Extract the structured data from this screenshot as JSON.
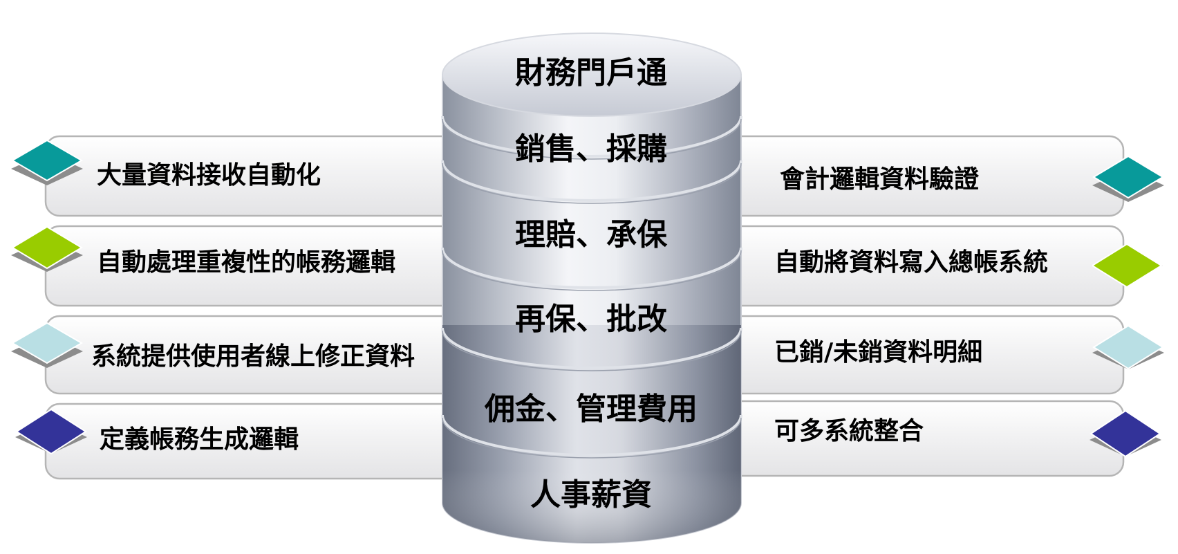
{
  "diagram": {
    "layers": [
      "財務門戶通",
      "銷售、採購",
      "理賠、承保",
      "再保、批改",
      "佣金、管理費用",
      "人事薪資"
    ],
    "left_features": [
      {
        "label": "大量資料接收自動化",
        "color": "#089a9a"
      },
      {
        "label": "自動處理重複性的帳務邏輯",
        "color": "#99cc00"
      },
      {
        "label": "系統提供使用者線上修正資料",
        "color": "#b9dfe4"
      },
      {
        "label": "定義帳務生成邏輯",
        "color": "#333399"
      }
    ],
    "right_features": [
      {
        "label": "會計邏輯資料驗證",
        "color": "#089a9a"
      },
      {
        "label": "自動將資料寫入總帳系統",
        "color": "#99cc00"
      },
      {
        "label": "已銷/未銷資料明細",
        "color": "#b9dfe4"
      },
      {
        "label": "可多系統整合",
        "color": "#333399"
      }
    ]
  }
}
